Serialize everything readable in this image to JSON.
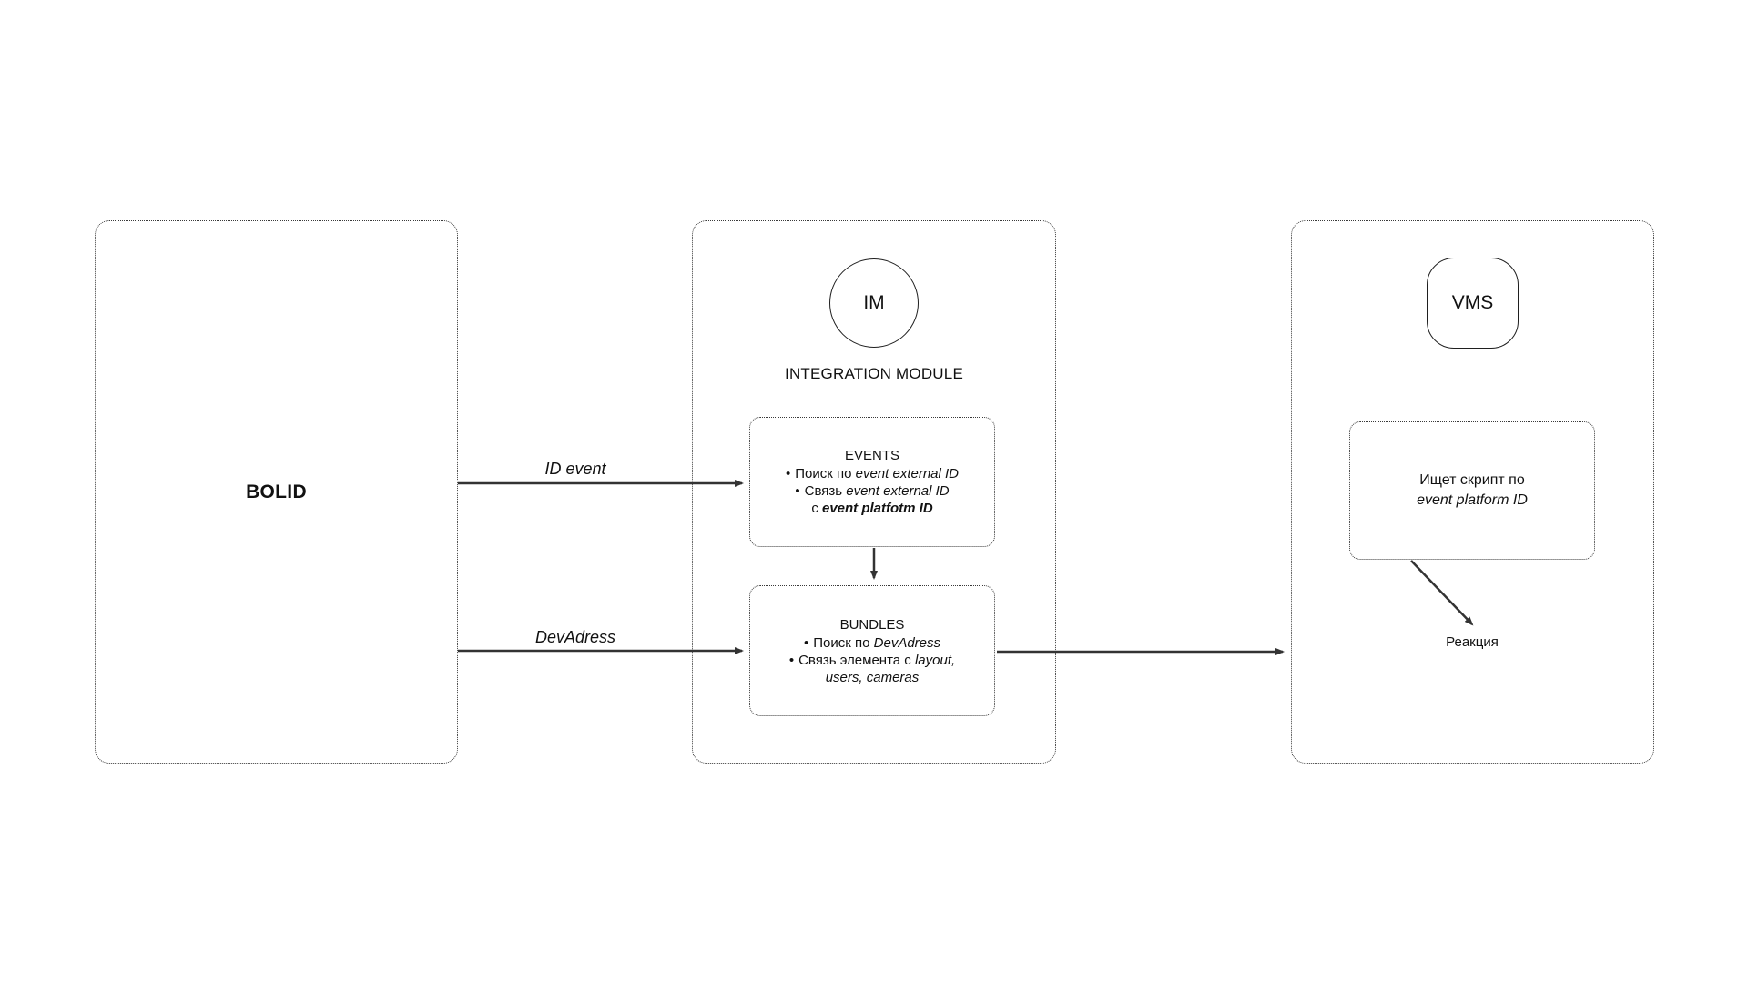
{
  "diagram": {
    "bolid": {
      "label": "BOLID"
    },
    "integration": {
      "badge": "IM",
      "title": "INTEGRATION MODULE",
      "events": {
        "title": "EVENTS",
        "bullet": "•",
        "b1_pre": "Поиск по ",
        "b1_it": "event external ID",
        "b2_pre": "Связь ",
        "b2_it": "event external ID",
        "b3_pre": "с ",
        "b3_boldit": "event platfotm ID"
      },
      "bundles": {
        "title": "BUNDLES",
        "bullet": "•",
        "b1_pre": "Поиск по ",
        "b1_it": "DevAdress",
        "b2_pre": "Связь элемента с ",
        "b2_it": "layout,",
        "b3_it": "users, cameras"
      }
    },
    "vms": {
      "badge": "VMS",
      "script_line1": "Ищет скрипт  по",
      "script_line2": "event platform ID",
      "reaction": "Реакция"
    },
    "flows": {
      "id_event": "ID event",
      "dev_adress": "DevAdress"
    },
    "colors": {
      "background": "#ffffff",
      "line": "#333333",
      "border": "#3a3a3a",
      "text": "#111111"
    }
  }
}
